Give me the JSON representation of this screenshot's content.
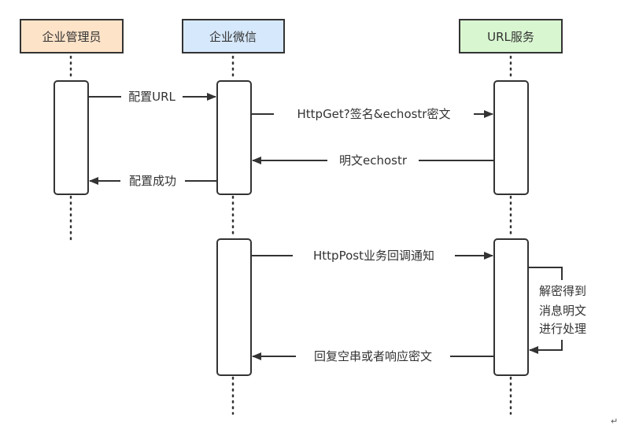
{
  "participants": [
    {
      "id": "admin",
      "label": "企业管理员",
      "fill": "#fde3c8"
    },
    {
      "id": "wechat",
      "label": "企业微信",
      "fill": "#d6e8fb"
    },
    {
      "id": "url",
      "label": "URL服务",
      "fill": "#d8f6d0"
    }
  ],
  "messages": [
    {
      "id": "m1",
      "label": "配置URL"
    },
    {
      "id": "m2",
      "label": "HttpGet?签名&echostr密文"
    },
    {
      "id": "m3",
      "label": "明文echostr"
    },
    {
      "id": "m4",
      "label": "配置成功"
    },
    {
      "id": "m5",
      "label": "HttpPost业务回调通知"
    },
    {
      "id": "m6",
      "label": "回复空串或者响应密文"
    }
  ],
  "note": {
    "lines": [
      "解密得到",
      "消息明文",
      "进行处理"
    ]
  },
  "mark": "↵",
  "colors": {
    "line": "#333333",
    "box_stroke": "#333333",
    "activation_fill": "#ffffff"
  }
}
